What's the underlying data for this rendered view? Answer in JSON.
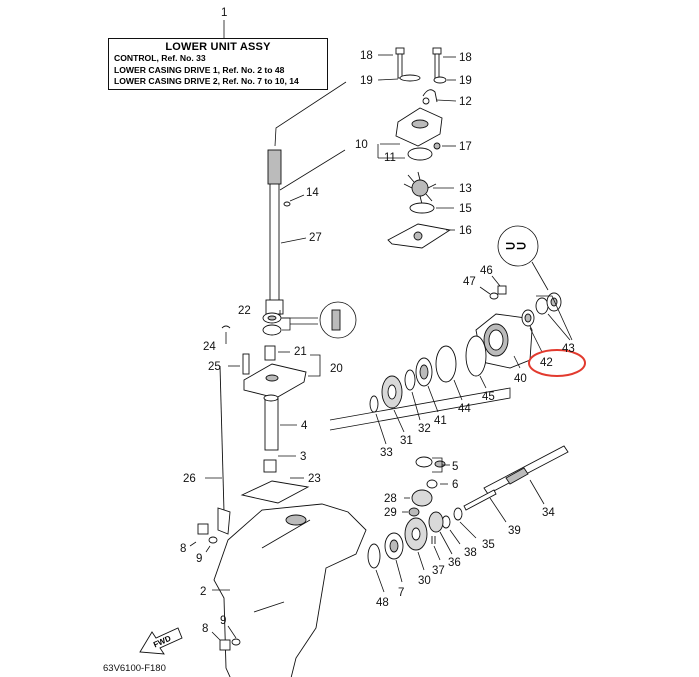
{
  "title_box": {
    "ref": "1",
    "heading": "LOWER UNIT ASSY",
    "lines": [
      "CONTROL,  Ref. No. 33",
      "LOWER CASING DRIVE 1,  Ref. No. 2 to 48",
      "LOWER CASING DRIVE 2,  Ref. No. 7 to 10, 14"
    ]
  },
  "drawing_code": "63V6100-F180",
  "fwd_label": "FWD",
  "highlighted_ref": "42",
  "highlight_color": "#e23a2e",
  "callouts": {
    "c2": "2",
    "c3": "3",
    "c4": "4",
    "c5": "5",
    "c6": "6",
    "c7": "7",
    "c8a": "8",
    "c8b": "8",
    "c9a": "9",
    "c9b": "9",
    "c10": "10",
    "c11": "11",
    "c12": "12",
    "c13": "13",
    "c14": "14",
    "c15": "15",
    "c16": "16",
    "c17": "17",
    "c18a": "18",
    "c18b": "18",
    "c19a": "19",
    "c19b": "19",
    "c20": "20",
    "c21": "21",
    "c22": "22",
    "c23": "23",
    "c24": "24",
    "c25": "25",
    "c26": "26",
    "c27": "27",
    "c28": "28",
    "c29": "29",
    "c30": "30",
    "c31": "31",
    "c32": "32",
    "c33": "33",
    "c34": "34",
    "c35": "35",
    "c36": "36",
    "c37": "37",
    "c38": "38",
    "c39": "39",
    "c40": "40",
    "c41": "41",
    "c42": "42",
    "c43": "43",
    "c44": "44",
    "c45": "45",
    "c46": "46",
    "c47": "47",
    "c48": "48"
  }
}
